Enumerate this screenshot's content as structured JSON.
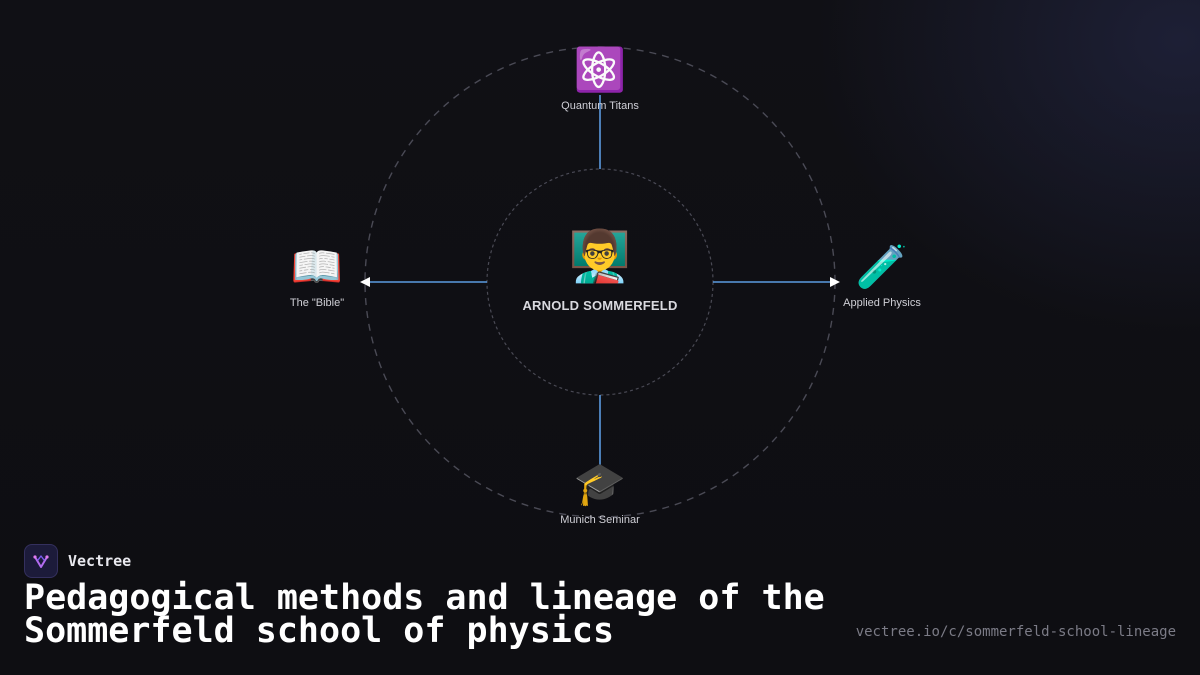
{
  "center": {
    "emoji": "👨‍🏫",
    "icon": "teacher-icon",
    "label": "ARNOLD SOMMERFELD"
  },
  "nodes": {
    "top": {
      "emoji": "⚛️",
      "icon": "atom-icon",
      "label": "Quantum Titans"
    },
    "left": {
      "emoji": "📖",
      "icon": "open-book-icon",
      "label": "The \"Bible\""
    },
    "right": {
      "emoji": "🧪",
      "icon": "test-tube-icon",
      "label": "Applied Physics"
    },
    "bottom": {
      "emoji": "🎓",
      "icon": "graduation-cap-icon",
      "label": "Munich Seminar"
    }
  },
  "brand": {
    "name": "Vectree"
  },
  "title": "Pedagogical methods and lineage of the Sommerfeld school of physics",
  "url": "vectree.io/c/sommerfeld-school-lineage",
  "colors": {
    "connector": "#5b9be0",
    "ring": "#4a4a55",
    "background": "#0f0f13",
    "text": "#ffffff"
  }
}
